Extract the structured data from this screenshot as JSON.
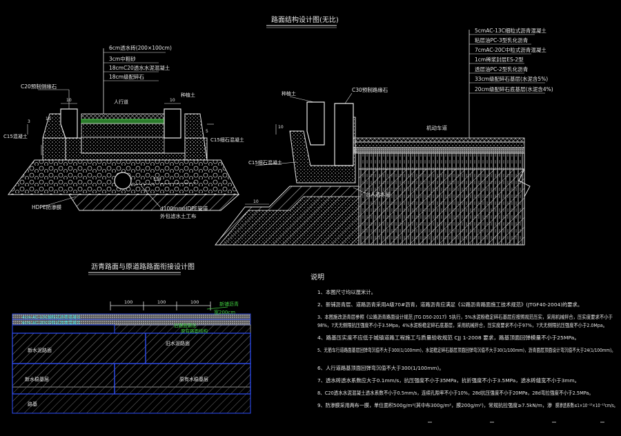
{
  "titles": {
    "main": "路面结构设计图(无比)",
    "bottom": "沥青路面与原道路路面衔接设计图"
  },
  "sidewalk": {
    "layers": [
      "6cm透水砖(200×100cm)",
      "3cm中粗砂",
      "18cmC20透水水泥混凝土",
      "18cm级配碎石"
    ],
    "curb": "C20预制侧缘石",
    "plant": "种植土",
    "sidewalk_label": "人行道",
    "c15_left": "C15混凝土",
    "c15_right": "C15细石混凝土",
    "hdpe": "HDPE防渗膜",
    "pipe": "d100mmHDPE管道",
    "pipe2": "外包滤水土工布",
    "slope": "1%",
    "dims": [
      "10",
      "10",
      "10",
      "3",
      "5"
    ]
  },
  "roadway": {
    "layers": [
      "5cmAC-13C细粒式沥青混凝土",
      "粘层油PC-3型乳化沥青",
      "7cmAC-20C中粒式沥青混凝土",
      "1cm稀浆封层ES-2型",
      "透层油PC-2型乳化沥青",
      "33cm级配碎石基层(水泥含5%)",
      "20cm级配碎石底基层(水泥含4%)"
    ],
    "curb": "C30预制路缘石",
    "plant": "种植土",
    "c15": "C15细石混凝土",
    "lane": "机动车道",
    "note": "台入透水层",
    "dims": [
      "10",
      "10"
    ]
  },
  "joint": {
    "dims": [
      "100",
      "100",
      "100"
    ],
    "new_label": "新铺沥青",
    "step": "宽200cm",
    "layers": [
      "4cm AC-13C细粒式沥青混凝土",
      "6cm AC-20C中粒式沥青混凝土",
      "新水泥路面",
      "旧水泥路面",
      "新水稳基层",
      "原有水稳基层",
      "路基"
    ],
    "right1": "旧路面铺设",
    "right2": "原有路面结构"
  },
  "notes": {
    "heading": "说明",
    "items": [
      "1、本图尺寸均以厘米计。",
      "2、新铺沥青层、道路沥青采用A级70#沥青，道路沥青应满足《公路沥青路面施工技术规范》(JTGF40-2004)的要求。",
      "3、本图施改沥青层参照《公路沥青路面设计规范 JTG D50-2017》5执行，5%水泥粉稳定碎石基层应按照规范压实，采用机械拌合，压实度要求不小于",
      "98%，7天无侧限抗压强度不小于3.5Mpa，4%水泥粉稳定碎石底基层，采用机械拌合，压实度要求不小于97%，7天无侧限抗压强度不小于2.0Mpa。",
      "4、路基压实度不应低于城镇道路工程施工与质量验收规范 CJJ 1-2008 要求，路基顶面回弹模量不小于25MPa。",
      "5、无筋车行道路面基层回弹弯沉值不大于300(1/100mm)，水泥稳定碎石基层顶面回弹弯沉值不大于30(1/100mm)，沥青面层顶面设计弯沉值不大于24(1/100mm)。",
      "6、人行道路基顶面回弹弯沉值不大于300(1/100mm)。",
      "7、透水砖透水系数应大于0.1mm/s，抗压强度不小于35MPa，抗折强度不小于3.5MPa，透水砖缝宽不小于3mm。",
      "8、C20透水水泥混凝土透水系数不小于0.5mm/s，连续孔隙率不小于10%，28d抗压强度不小于20MPa，28d弯拉强度不小于2.5MPa。",
      "9、防渗膜采用两布一膜，单位面积500g/m²(其中布300g/m²，膜200g/m²)，常规抗拉强度≥7.5kN/m，渗",
      "膜渗透系数≤1×10⁻¹³×10⁻¹³cm/s。"
    ]
  },
  "colors": {
    "bg": "#000000",
    "line": "#e8e8e8",
    "yellow": "#e8e060",
    "cyan": "#40e0e0",
    "green": "#40d040",
    "blue": "#3050ff",
    "magenta": "#e060e0"
  }
}
